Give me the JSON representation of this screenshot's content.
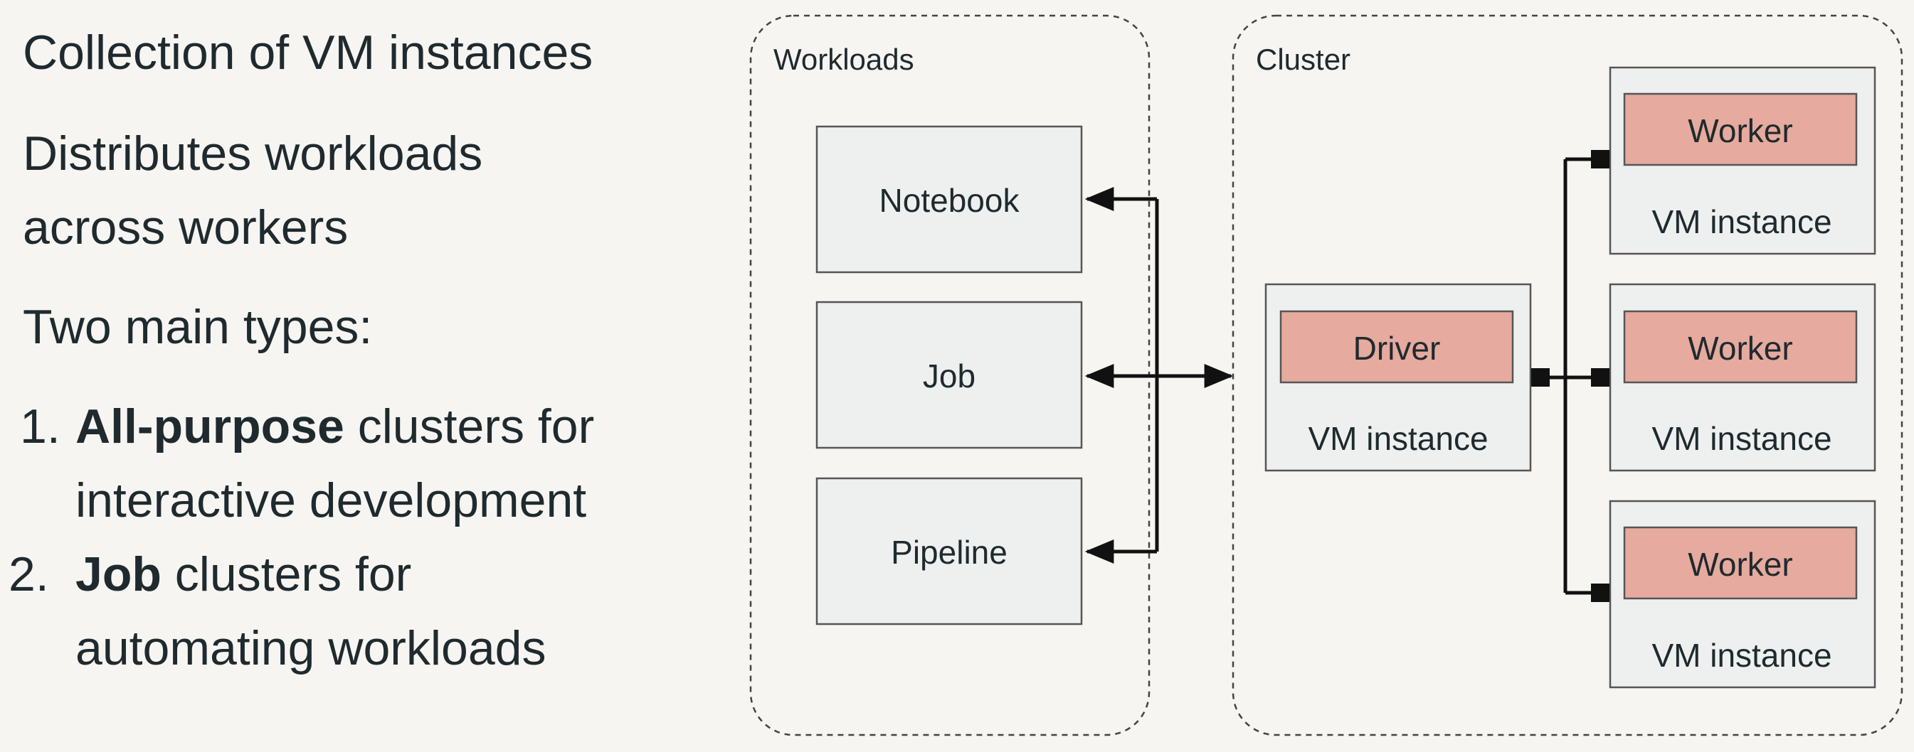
{
  "bullets": {
    "line1": "Collection of VM instances",
    "line2a": "Distributes workloads",
    "line2b": "across workers",
    "line3": "Two main types:",
    "item1_num": "1.",
    "item1_bold": "All-purpose",
    "item1_rest": " clusters for",
    "item1_line2": "interactive development",
    "item2_num": "2.",
    "item2_bold": "Job",
    "item2_rest": " clusters for",
    "item2_line2": "automating workloads"
  },
  "workloads": {
    "title": "Workloads",
    "items": [
      "Notebook",
      "Job",
      "Pipeline"
    ]
  },
  "cluster": {
    "title": "Cluster",
    "driver_label": "Driver",
    "driver_vm": "VM instance",
    "workers": [
      {
        "label": "Worker",
        "vm": "VM instance"
      },
      {
        "label": "Worker",
        "vm": "VM instance"
      },
      {
        "label": "Worker",
        "vm": "VM instance"
      }
    ]
  },
  "colors": {
    "background": "#f6f5f2",
    "box_fill": "#eef0ef",
    "role_fill": "#e6aa9e",
    "text": "#1f2a2e"
  }
}
